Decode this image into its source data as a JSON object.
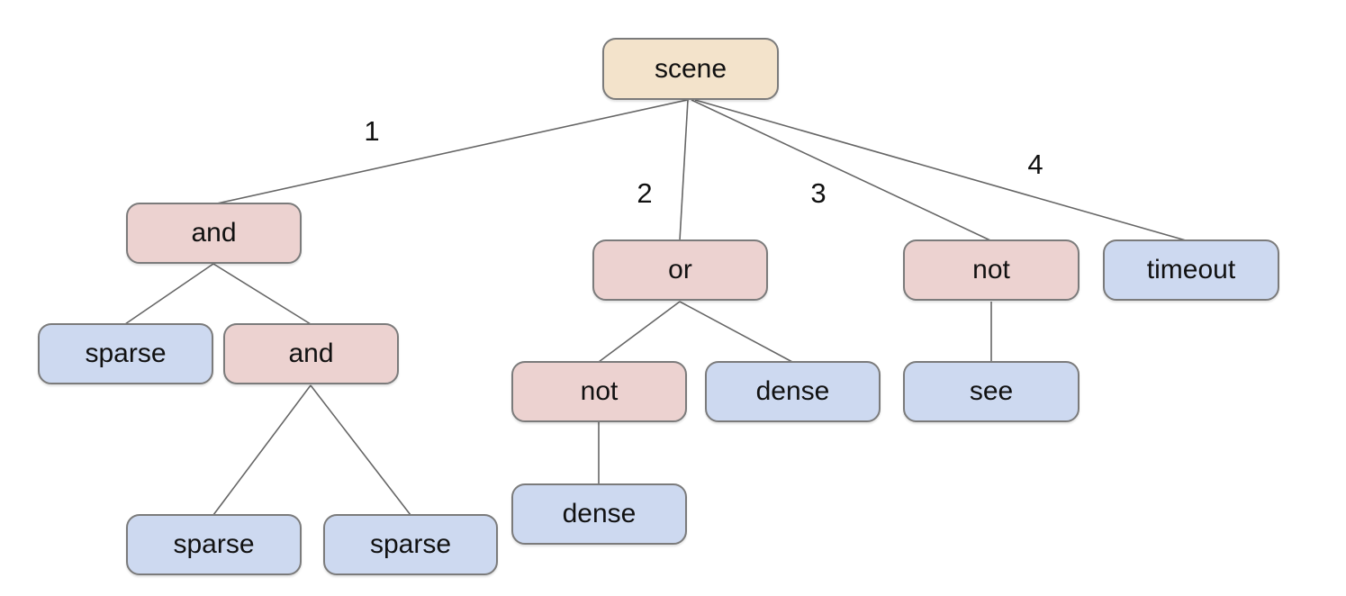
{
  "diagram": {
    "type": "tree",
    "colors": {
      "background": "#ffffff",
      "root_fill": "#f3e3cb",
      "operator_fill": "#ecd2d0",
      "leaf_fill": "#cdd9f0",
      "border": "#7b7b7b",
      "line": "#666666",
      "text": "#111111"
    },
    "nodes": [
      {
        "id": "scene",
        "label": "scene",
        "type": "root"
      },
      {
        "id": "and-1",
        "label": "and",
        "type": "operator"
      },
      {
        "id": "or-1",
        "label": "or",
        "type": "operator"
      },
      {
        "id": "not-1",
        "label": "not",
        "type": "operator"
      },
      {
        "id": "timeout",
        "label": "timeout",
        "type": "leaf"
      },
      {
        "id": "sparse-1",
        "label": "sparse",
        "type": "leaf"
      },
      {
        "id": "and-2",
        "label": "and",
        "type": "operator"
      },
      {
        "id": "not-2",
        "label": "not",
        "type": "operator"
      },
      {
        "id": "dense-1",
        "label": "dense",
        "type": "leaf"
      },
      {
        "id": "see-1",
        "label": "see",
        "type": "leaf"
      },
      {
        "id": "dense-2",
        "label": "dense",
        "type": "leaf"
      },
      {
        "id": "sparse-2",
        "label": "sparse",
        "type": "leaf"
      },
      {
        "id": "sparse-3",
        "label": "sparse",
        "type": "leaf"
      }
    ],
    "edges": [
      {
        "from": "scene",
        "to": "and-1",
        "label": "1"
      },
      {
        "from": "scene",
        "to": "or-1",
        "label": "2"
      },
      {
        "from": "scene",
        "to": "not-1",
        "label": "3"
      },
      {
        "from": "scene",
        "to": "timeout",
        "label": "4"
      },
      {
        "from": "and-1",
        "to": "sparse-1",
        "label": ""
      },
      {
        "from": "and-1",
        "to": "and-2",
        "label": ""
      },
      {
        "from": "and-2",
        "to": "sparse-2",
        "label": ""
      },
      {
        "from": "and-2",
        "to": "sparse-3",
        "label": ""
      },
      {
        "from": "or-1",
        "to": "not-2",
        "label": ""
      },
      {
        "from": "or-1",
        "to": "dense-1",
        "label": ""
      },
      {
        "from": "not-2",
        "to": "dense-2",
        "label": ""
      },
      {
        "from": "not-1",
        "to": "see-1",
        "label": ""
      }
    ]
  }
}
